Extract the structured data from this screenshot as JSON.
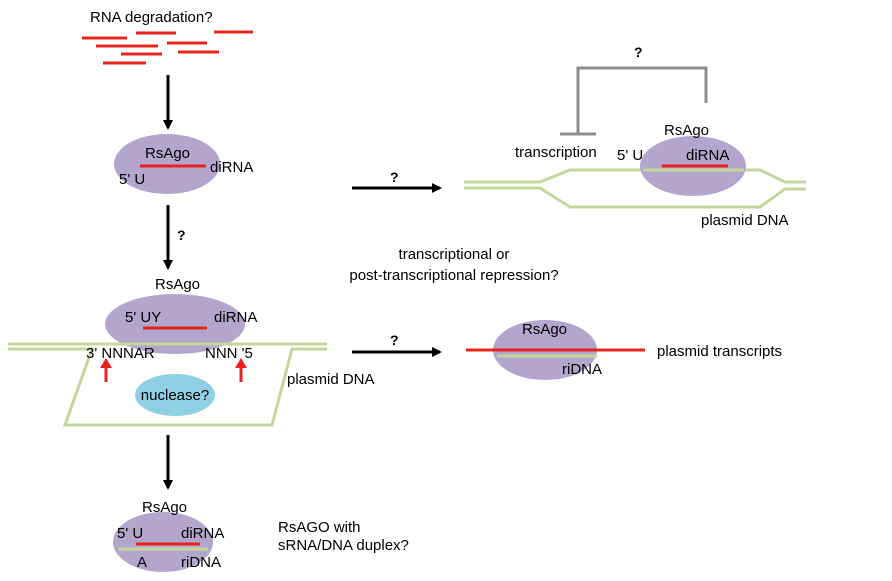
{
  "colors": {
    "rna": "#e8231e",
    "dna": "#c3d79b",
    "ago": "#b3a5cc",
    "nuclease": "#8fd0e4",
    "arrow": "#000000",
    "inhibit": "#8c8c8c",
    "cleavage_arrow": "#e8231e"
  },
  "top": {
    "title": "RNA degradation?"
  },
  "complex1": {
    "ago": "RsAgo",
    "end5": "5' U",
    "guide": "diRNA"
  },
  "arrow_q1": "?",
  "arrow_q2": "?",
  "complex2": {
    "ago": "RsAgo",
    "end5": "5' UY",
    "guide": "diRNA",
    "target_left": "3' NNNAR",
    "target_right": "NNN '5",
    "nuclease": "nuclease?",
    "plasmid": "plasmid DNA"
  },
  "complex3": {
    "ago": "RsAgo",
    "end5": "5' U",
    "guide": "diRNA",
    "end_a": "A",
    "target": "riDNA",
    "question": "RsAGO with\nsRNA/DNA duplex?"
  },
  "complex4": {
    "inhibit_q": "?",
    "transcription": "transcription",
    "ago": "RsAgo",
    "end5": "5' U",
    "guide": "diRNA",
    "plasmid": "plasmid DNA"
  },
  "middle_question": "transcriptional or\npost-transcriptional repression?",
  "complex5": {
    "ago": "RsAgo",
    "target": "riDNA",
    "transcripts": "plasmid transcripts"
  }
}
